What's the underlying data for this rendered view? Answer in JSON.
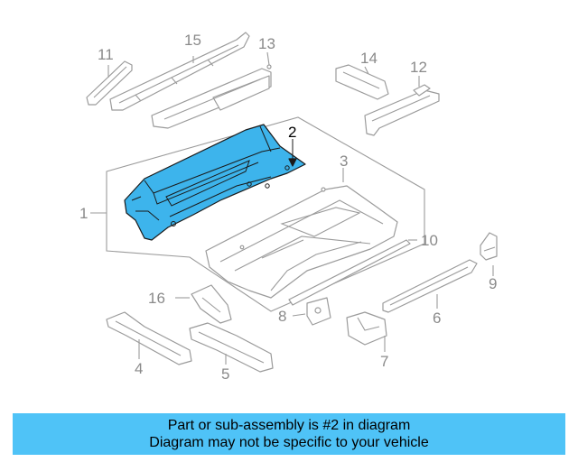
{
  "highlight_color": "#3db4ec",
  "banner_color": "#4fc3f7",
  "labels": {
    "p1": "1",
    "p2": "2",
    "p3": "3",
    "p4": "4",
    "p5": "5",
    "p6": "6",
    "p7": "7",
    "p8": "8",
    "p9": "9",
    "p10": "10",
    "p11": "11",
    "p12": "12",
    "p13": "13",
    "p14": "14",
    "p15": "15",
    "p16": "16"
  },
  "banner": {
    "line1": "Part or sub-assembly is #2 in diagram",
    "line2": "Diagram may not be specific to your vehicle"
  }
}
